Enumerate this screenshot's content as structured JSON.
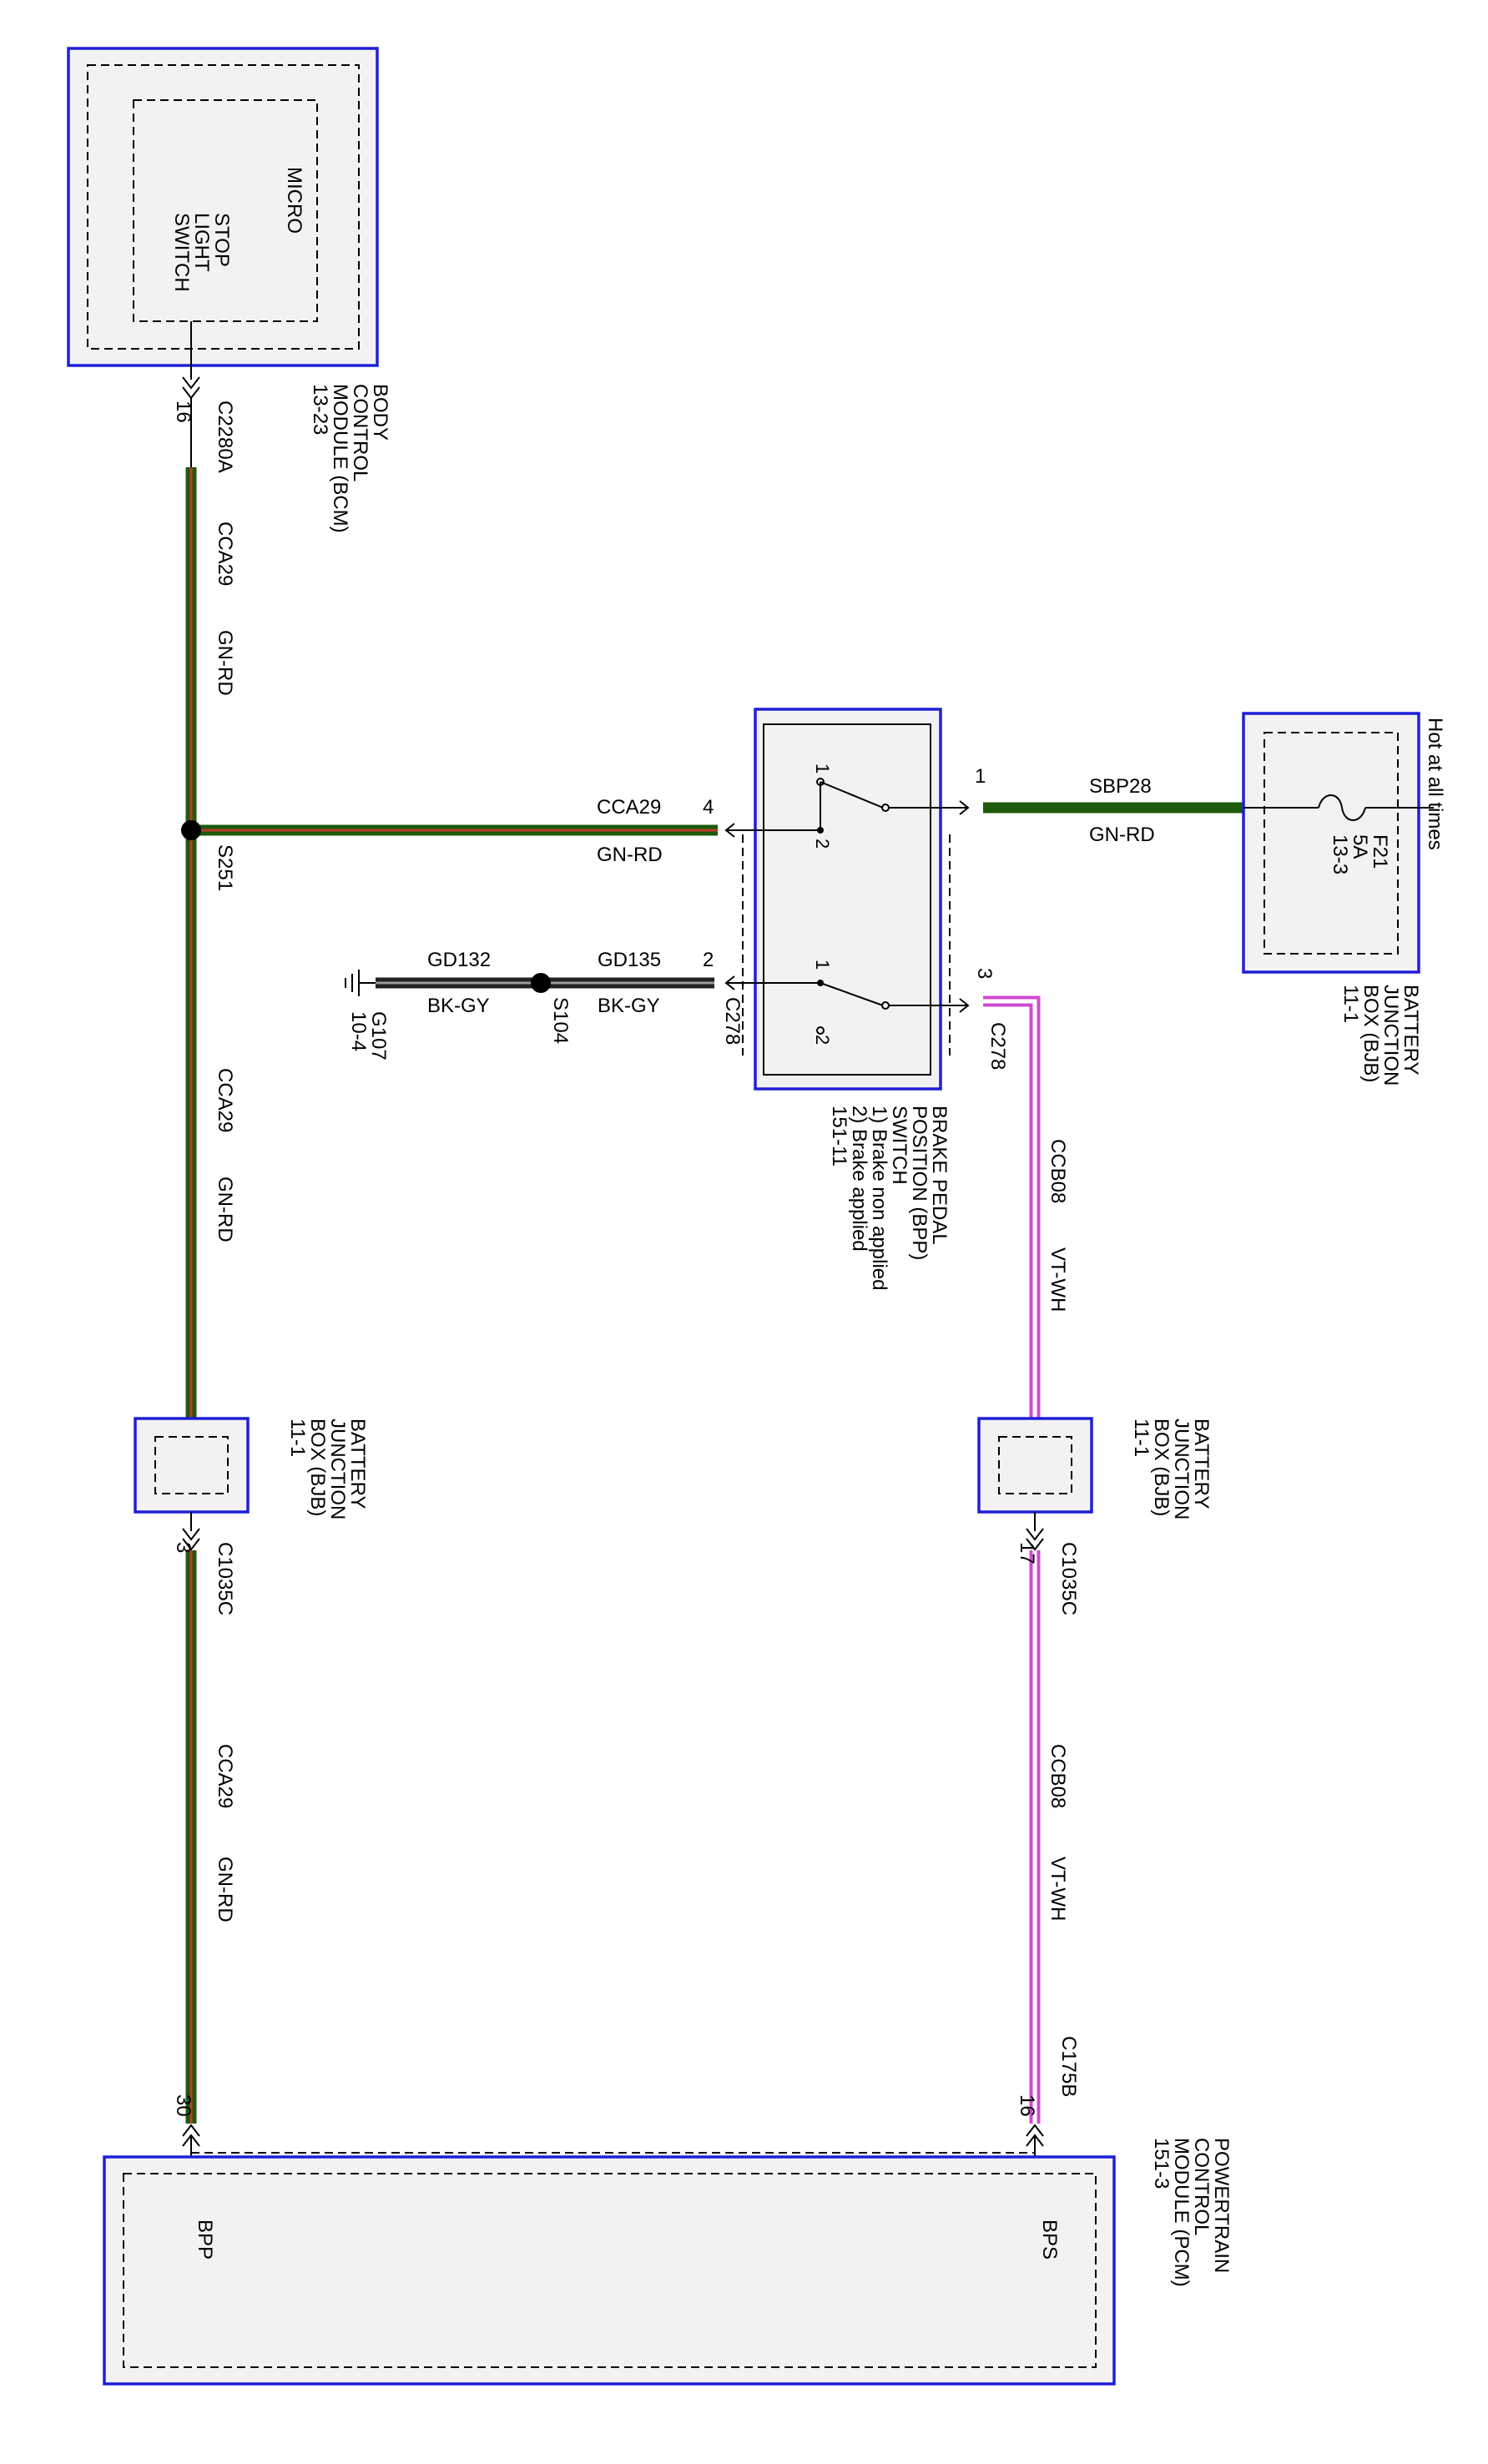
{
  "components": {
    "bcm": {
      "inner_label": [
        "MICRO",
        "STOP",
        "LIGHT",
        "SWITCH"
      ],
      "label": [
        "BODY",
        "CONTROL",
        "MODULE (BCM)",
        "13-23"
      ]
    },
    "bjb_fuse": {
      "header": "Hot at all times",
      "fuse": [
        "F21",
        "5A",
        "13-3"
      ],
      "label": [
        "BATTERY",
        "JUNCTION",
        "BOX (BJB)",
        "11-1"
      ]
    },
    "bpp_switch": {
      "label": [
        "BRAKE PEDAL",
        "POSITION (BPP)",
        "SWITCH",
        "1) Brake non applied",
        "2) Brake applied",
        "151-11"
      ],
      "upper_pos1": "1",
      "upper_pos2": "2",
      "lower_pos1": "1",
      "lower_pos2": "2"
    },
    "bjb_left": {
      "label": [
        "BATTERY",
        "JUNCTION",
        "BOX (BJB)",
        "11-1"
      ]
    },
    "bjb_right": {
      "label": [
        "BATTERY",
        "JUNCTION",
        "BOX (BJB)",
        "11-1"
      ]
    },
    "pcm": {
      "label": [
        "POWERTRAIN",
        "CONTROL",
        "MODULE (PCM)",
        "151-3"
      ],
      "pin_bpp": "BPP",
      "pin_bps": "BPS"
    },
    "ground": {
      "label": [
        "G107",
        "10-4"
      ]
    },
    "splice_s104": "S104",
    "splice_s251": "S251"
  },
  "connectors": {
    "c2280a": {
      "name": "C2280A",
      "pin": "16"
    },
    "c278_pin4": {
      "pin": "4"
    },
    "c278_pin1": {
      "pin": "1"
    },
    "c278_pin2": {
      "name": "C278",
      "pin": "2"
    },
    "c278_pin3": {
      "name": "C278",
      "pin": "3"
    },
    "c1035c_left": {
      "name": "C1035C",
      "pin": "3"
    },
    "c1035c_right": {
      "name": "C1035C",
      "pin": "17"
    },
    "c175b": {
      "name": "C175B",
      "pin": "16"
    },
    "pcm_pin30": "30"
  },
  "wires": {
    "bcm_cca29_top": {
      "circuit": "CCA29",
      "color": "GN-RD"
    },
    "bcm_cca29_mid": {
      "circuit": "CCA29",
      "color": "GN-RD"
    },
    "bcm_cca29_bot": {
      "circuit": "CCA29",
      "color": "GN-RD"
    },
    "s251_to_bpp": {
      "circuit": "CCA29",
      "color": "GN-RD"
    },
    "sbp28": {
      "circuit": "SBP28",
      "color": "GN-RD"
    },
    "gd135": {
      "circuit": "GD135",
      "color": "BK-GY"
    },
    "gd132": {
      "circuit": "GD132",
      "color": "BK-GY"
    },
    "ccb08_top": {
      "circuit": "CCB08",
      "color": "VT-WH"
    },
    "ccb08_bot": {
      "circuit": "CCB08",
      "color": "VT-WH"
    }
  },
  "wire_colors": {
    "GN-RD": "#1d5a0d",
    "BK-GY": "#222222",
    "VT-WH": "#d04ad0",
    "component_border": "#1f1fd8"
  }
}
